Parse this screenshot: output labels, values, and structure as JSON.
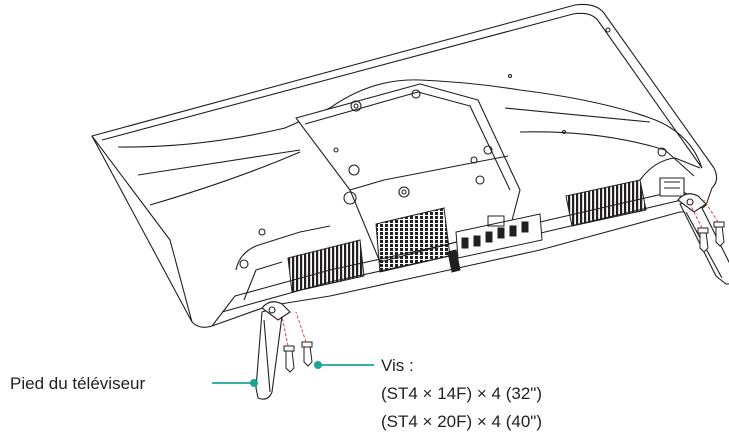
{
  "callouts": {
    "stand_label": "Pied du téléviseur",
    "screw_label": "Vis :",
    "screw_spec_32": "(ST4 × 14F) × 4 (32\")",
    "screw_spec_40": "(ST4 × 20F) × 4 (40\")"
  },
  "colors": {
    "line_art": "#231f20",
    "callout_accent": "#1ba59a",
    "guide_dashes": "#e0413a",
    "background": "#ffffff"
  }
}
